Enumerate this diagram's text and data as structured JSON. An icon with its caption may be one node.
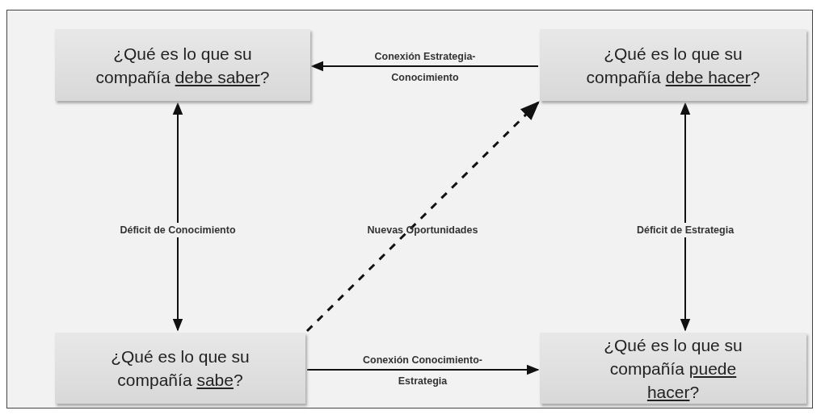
{
  "diagram": {
    "nodes": [
      {
        "text": [
          "¿Qué es lo que su compañía *debe saber*?"
        ]
      },
      {
        "text": [
          "¿Qué es lo que su compañía *debe hacer*?"
        ]
      },
      {
        "text": [
          "¿Qué es lo que su compañía *sabe*?"
        ]
      },
      {
        "text": [
          "¿Qué es lo que su compañía *puede hacer*?"
        ]
      }
    ],
    "edges": [
      {
        "from": 1,
        "to": 0,
        "arrow": "to",
        "label": "Conexión Estrategia-Conocimiento"
      },
      {
        "from": 0,
        "to": 2,
        "arrow": "both",
        "label": "Déficit de Conocimiento"
      },
      {
        "from": 2,
        "to": 1,
        "arrow": "to",
        "style": "dashed",
        "label": "Nuevas Oportunidades"
      },
      {
        "from": 1,
        "to": 3,
        "arrow": "both",
        "label": "Déficit de Estrategia"
      },
      {
        "from": 2,
        "to": 3,
        "arrow": "to",
        "label": "Conexión Conocimiento-Estrategia"
      }
    ]
  }
}
